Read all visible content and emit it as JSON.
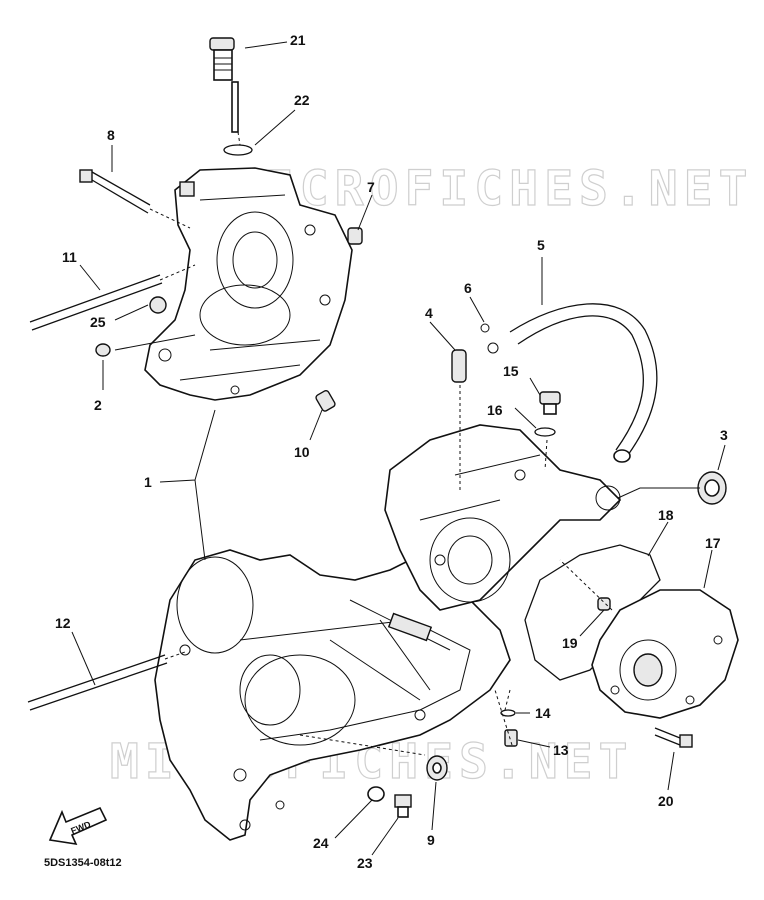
{
  "watermark": "MICROFICHES.NET",
  "diagram_code": "5DS1354-08t12",
  "fwd_label": "FWD",
  "callouts": [
    "1",
    "2",
    "3",
    "4",
    "5",
    "6",
    "7",
    "8",
    "9",
    "10",
    "11",
    "12",
    "13",
    "14",
    "15",
    "16",
    "17",
    "18",
    "19",
    "20",
    "21",
    "22",
    "23",
    "24",
    "25"
  ]
}
